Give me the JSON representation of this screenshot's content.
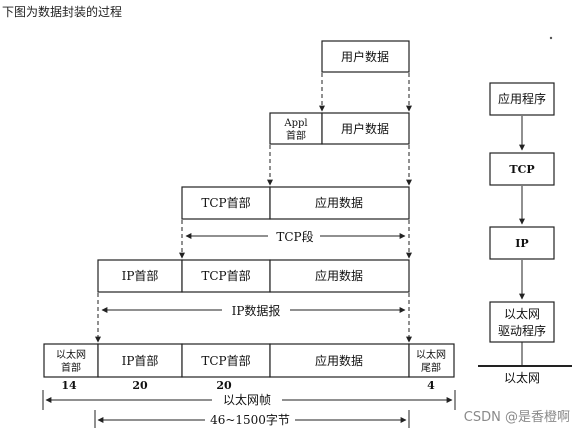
{
  "caption": "下图为数据封装的过程",
  "labels": {
    "user_data": "用户数据",
    "appl_header_line1": "Appl",
    "appl_header_line2": "首部",
    "tcp_header": "TCP首部",
    "app_data": "应用数据",
    "tcp_segment": "TCP段",
    "ip_header": "IP首部",
    "ip_datagram": "IP数据报",
    "eth_header_line1": "以太网",
    "eth_header_line2": "首部",
    "eth_trailer_line1": "以太网",
    "eth_trailer_line2": "尾部",
    "eth_frame": "以太网帧",
    "payload_range": "46~1500字节"
  },
  "sizes": {
    "eth_header": "14",
    "ip_header": "20",
    "tcp_header": "20",
    "eth_trailer": "4"
  },
  "stack": {
    "application": "应用程序",
    "tcp": "TCP",
    "ip": "IP",
    "driver_line1": "以太网",
    "driver_line2": "驱动程序",
    "network": "以太网"
  },
  "watermark": "CSDN @是香橙啊"
}
